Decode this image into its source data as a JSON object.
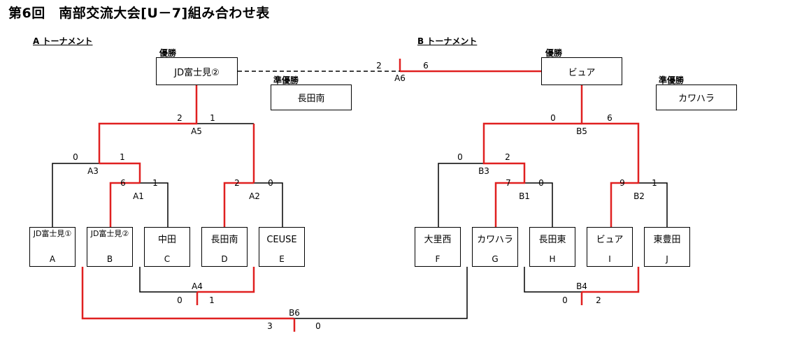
{
  "title": "第6回　南部交流大会[U－7]組み合わせ表",
  "tournament_a": {
    "heading": "A トーナメント",
    "champion_caption": "優勝",
    "champion": "JD富士見②",
    "runner_up_caption": "準優勝",
    "runner_up": "長田南"
  },
  "tournament_b": {
    "heading": "B トーナメント",
    "champion_caption": "優勝",
    "champion": "ビュア",
    "runner_up_caption": "準優勝",
    "runner_up": "カワハラ"
  },
  "teams": [
    {
      "name": "JD富士見①",
      "code": "A"
    },
    {
      "name": "JD富士見②",
      "code": "B"
    },
    {
      "name": "中田",
      "code": "C"
    },
    {
      "name": "長田南",
      "code": "D"
    },
    {
      "name": "CEUSE",
      "code": "E"
    },
    {
      "name": "大里西",
      "code": "F"
    },
    {
      "name": "カワハラ",
      "code": "G"
    },
    {
      "name": "長田東",
      "code": "H"
    },
    {
      "name": "ビュア",
      "code": "I"
    },
    {
      "name": "東豊田",
      "code": "J"
    }
  ],
  "matches": {
    "A1": {
      "label": "A1",
      "left": "6",
      "right": "1"
    },
    "A2": {
      "label": "A2",
      "left": "2",
      "right": "0"
    },
    "A3": {
      "label": "A3",
      "left": "0",
      "right": "1"
    },
    "A4": {
      "label": "A4",
      "left": "0",
      "right": "1"
    },
    "A5": {
      "label": "A5",
      "left": "2",
      "right": "1"
    },
    "A6": {
      "label": "A6",
      "left": "2",
      "right": "6"
    },
    "B1": {
      "label": "B1",
      "left": "7",
      "right": "0"
    },
    "B2": {
      "label": "B2",
      "left": "9",
      "right": "1"
    },
    "B3": {
      "label": "B3",
      "left": "0",
      "right": "2"
    },
    "B4": {
      "label": "B4",
      "left": "0",
      "right": "2"
    },
    "B5": {
      "label": "B5",
      "left": "0",
      "right": "6"
    },
    "B6": {
      "label": "B6",
      "left": "3",
      "right": "0"
    }
  },
  "colors": {
    "win": "#e02020",
    "line": "#000000"
  }
}
